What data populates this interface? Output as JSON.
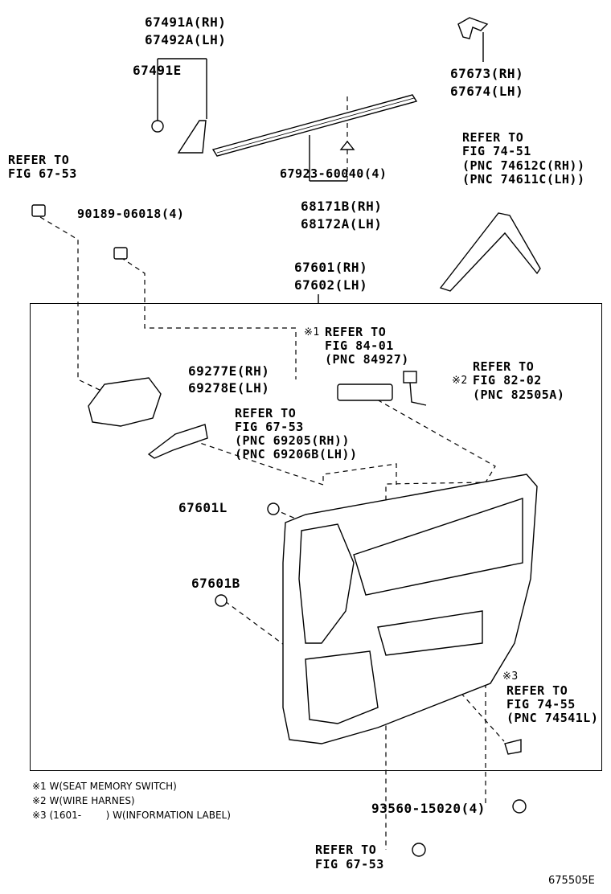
{
  "labels": {
    "p67491A": "67491A(RH)",
    "p67492A": "67492A(LH)",
    "p67491E": "67491E",
    "p67673": "67673(RH)",
    "p67674": "67674(LH)",
    "refer_67_53_top_1": "REFER TO",
    "refer_67_53_top_2": "FIG 67-53",
    "p90189": "90189-06018(4)",
    "p67923": "67923-60040(4)",
    "p68171B": "68171B(RH)",
    "p68172A": "68172A(LH)",
    "refer_74_51_1": "REFER TO",
    "refer_74_51_2": "FIG 74-51",
    "refer_74_51_3": "(PNC 74612C(RH))",
    "refer_74_51_4": "(PNC 74611C(LH))",
    "p67601": "67601(RH)",
    "p67602": "67602(LH)",
    "note1_mark": "※1",
    "refer_84_01_1": "REFER TO",
    "refer_84_01_2": "FIG 84-01",
    "refer_84_01_3": "(PNC 84927)",
    "note2_mark": "※2",
    "refer_82_02_1": "REFER TO",
    "refer_82_02_2": "FIG 82-02",
    "refer_82_02_3": "(PNC 82505A)",
    "p69277E": "69277E(RH)",
    "p69278E": "69278E(LH)",
    "refer_67_53_mid_1": "REFER TO",
    "refer_67_53_mid_2": "FIG 67-53",
    "refer_67_53_mid_3": "(PNC 69205(RH))",
    "refer_67_53_mid_4": "(PNC 69206B(LH))",
    "p67601L": "67601L",
    "p67601B": "67601B",
    "note3_mark": "※3",
    "refer_74_55_1": "REFER TO",
    "refer_74_55_2": "FIG 74-55",
    "refer_74_55_3": "(PNC 74541L)",
    "p93560": "93560-15020(4)",
    "refer_67_53_bot_1": "REFER TO",
    "refer_67_53_bot_2": "FIG 67-53"
  },
  "footnotes": [
    "※1 W(SEAT MEMORY SWITCH)",
    "※2 W(WIRE HARNES)",
    "※3 (1601-        ) W(INFORMATION LABEL)"
  ],
  "diagram_code": "675505E"
}
